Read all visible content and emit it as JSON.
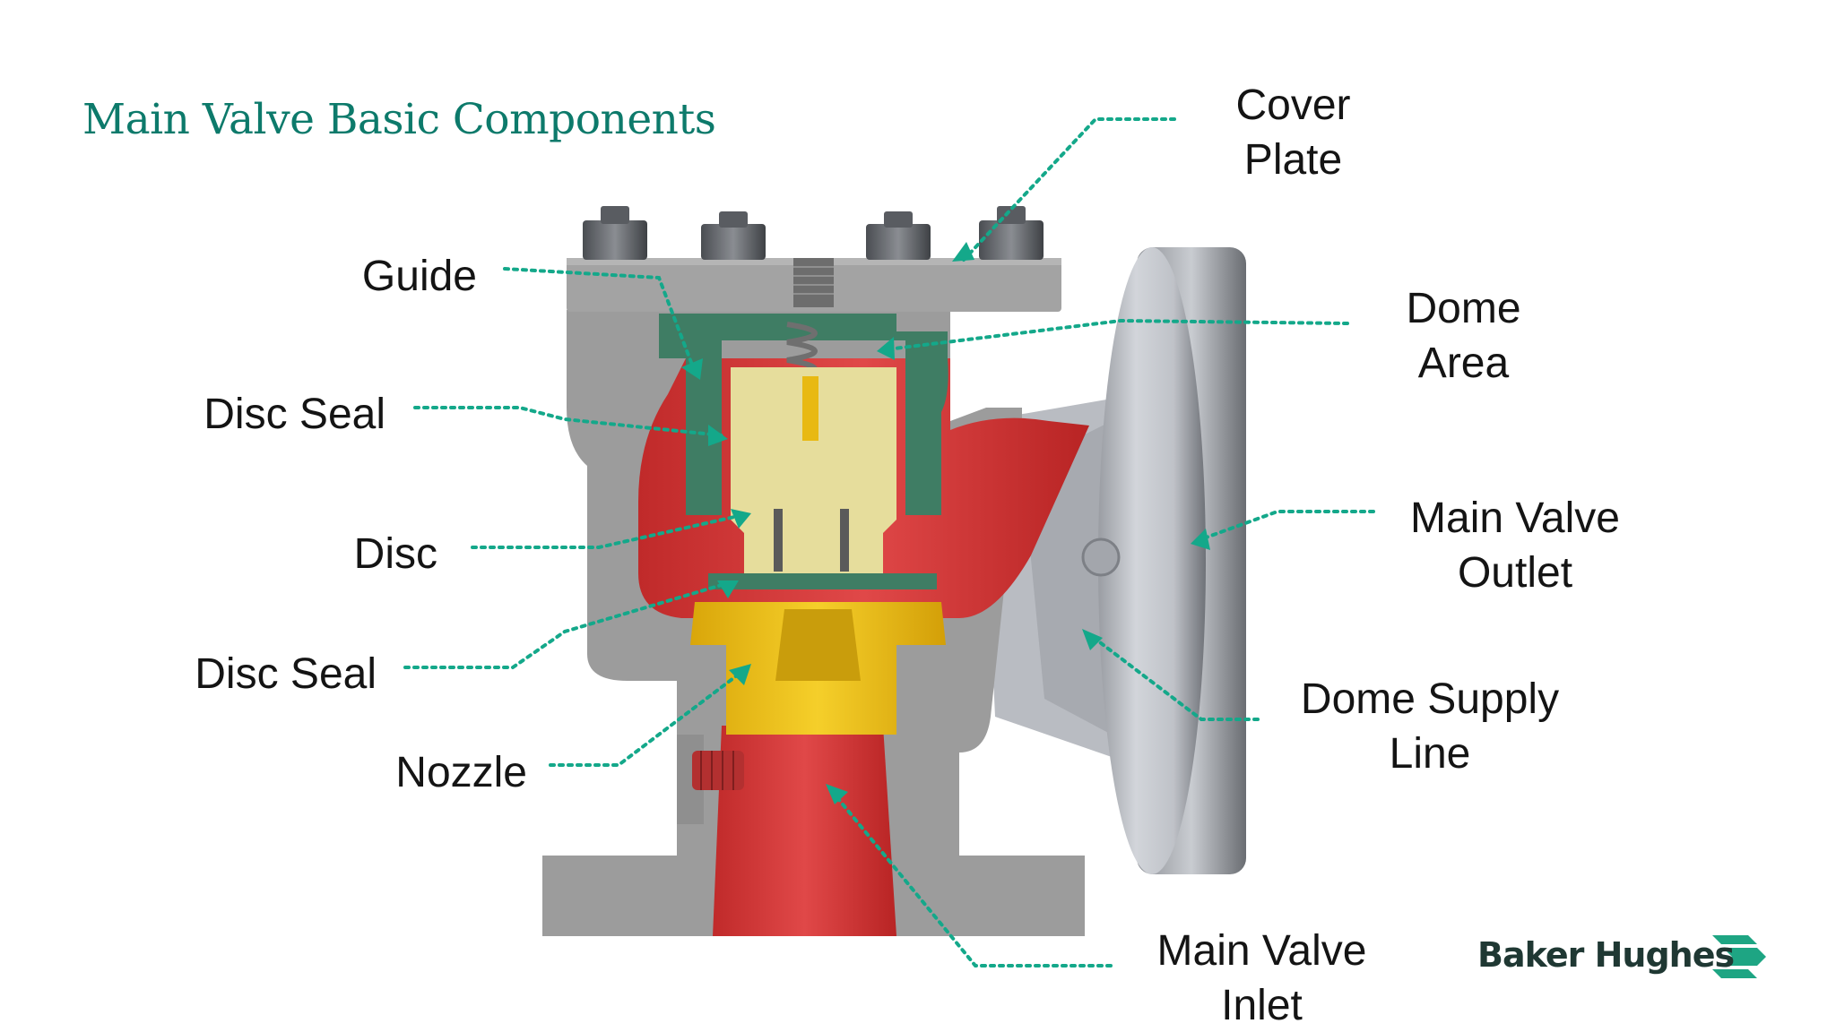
{
  "title": "Main Valve Basic Components",
  "labels": {
    "cover_plate": {
      "line1": "Cover",
      "line2": "Plate"
    },
    "dome_area": {
      "line1": "Dome",
      "line2": "Area"
    },
    "main_valve_outlet": {
      "line1": "Main Valve",
      "line2": "Outlet"
    },
    "dome_supply_line": {
      "line1": "Dome Supply",
      "line2": "Line"
    },
    "main_valve_inlet": {
      "line1": "Main Valve",
      "line2": "Inlet"
    },
    "guide": "Guide",
    "disc_seal_upper": "Disc Seal",
    "disc": "Disc",
    "disc_seal_lower": "Disc Seal",
    "nozzle": "Nozzle"
  },
  "logo": {
    "text": "Baker Hughes",
    "icon": "baker-hughes-chevron-logo"
  },
  "colors": {
    "title": "#0d7a6b",
    "leader_lines": "#14a88a",
    "body": "#9b9b9b",
    "flow_passage": "#d63a3a",
    "guide": "#3f7d64",
    "disc": "#e6dd9c",
    "nozzle": "#e8b912",
    "spring": "#7a7a7a"
  }
}
